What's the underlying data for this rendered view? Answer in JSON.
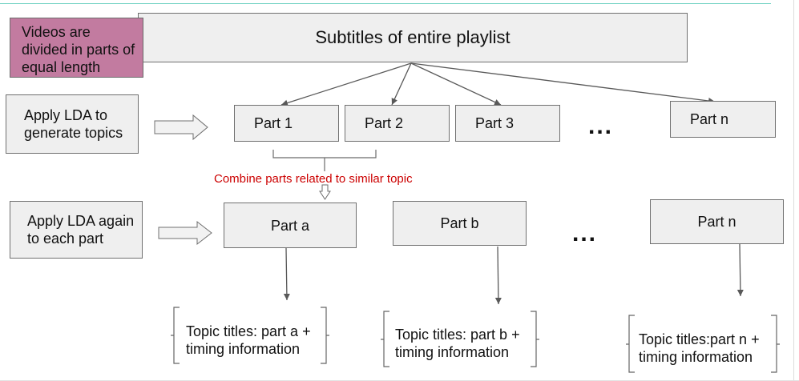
{
  "diagram": {
    "note": "Videos are divided in parts of equal length",
    "playlist_box": "Subtitles of entire playlist",
    "step1_label": "Apply LDA to generate topics",
    "step2_label": "Apply LDA again to each part",
    "parts_row1": [
      "Part 1",
      "Part 2",
      "Part 3"
    ],
    "part_n_row1": "Part n",
    "ellipsis": "...",
    "combine_note": "Combine parts related to similar topic",
    "parts_row2": [
      "Part a",
      "Part b"
    ],
    "part_n_row2": "Part n",
    "topics": [
      {
        "line1": "Topic titles: part a +",
        "line2": "timing information"
      },
      {
        "line1": "Topic titles: part b +",
        "line2": "timing information"
      },
      {
        "line1": "Topic titles:part n +",
        "line2": "timing information"
      }
    ],
    "colors": {
      "box_fill": "#efefef",
      "box_border": "#707070",
      "note_fill": "#c27ba0",
      "combine_text": "#cc0000",
      "top_rule": "#76d4c5"
    }
  }
}
